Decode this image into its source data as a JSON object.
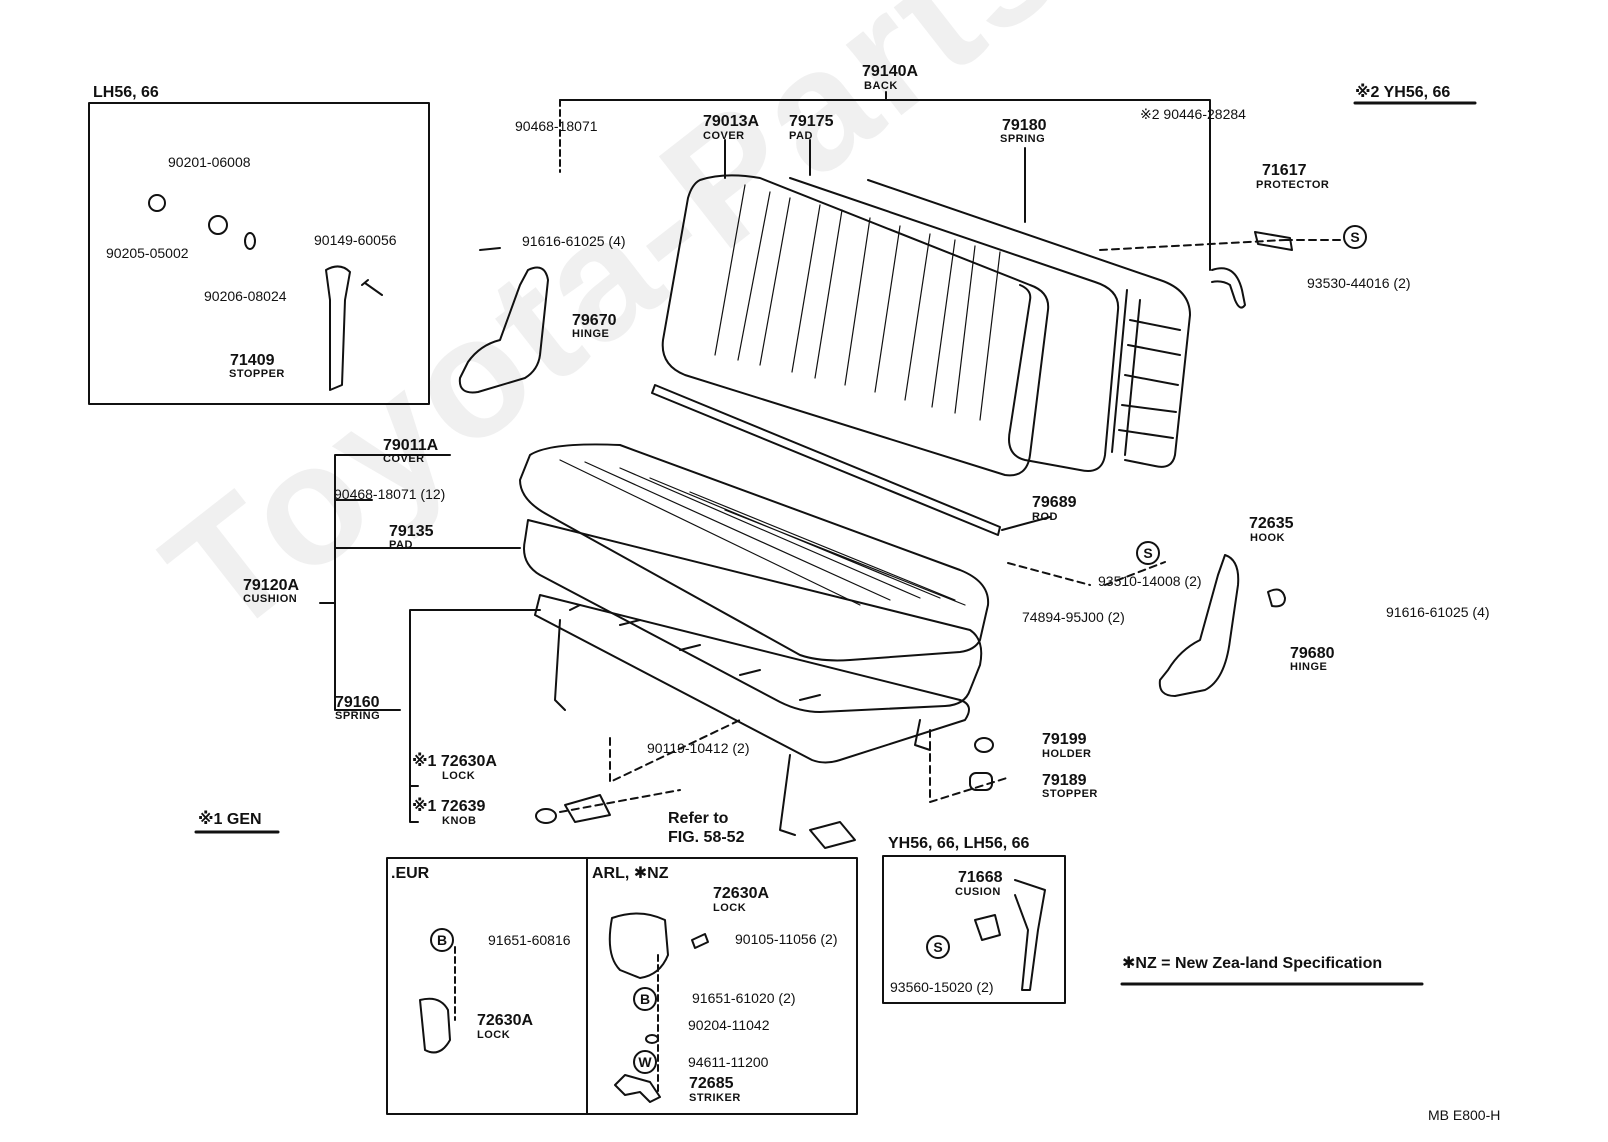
{
  "watermark": "Toyota-Parts.ru",
  "page_code": "MB  E800-H",
  "groups": {
    "lh": "LH56, 66",
    "yh": "※2  YH56, 66",
    "gen": "※1 GEN",
    "eur": ".EUR",
    "arl": "ARL, ✱NZ",
    "yhlh": "YH56, 66, LH56, 66",
    "nz_note": "✱NZ = New Zea-land Specification"
  },
  "parts": {
    "back": {
      "no": "79140A",
      "name": "BACK"
    },
    "b_clip": {
      "no": "90468-18071"
    },
    "cover_back": {
      "no": "79013A",
      "name": "COVER"
    },
    "pad_back": {
      "no": "79175",
      "name": "PAD"
    },
    "spring_back": {
      "no": "79180",
      "name": "SPRING"
    },
    "clip_back2": {
      "no": "※2 90446-28284"
    },
    "protector": {
      "no": "71617",
      "name": "PROTECTOR"
    },
    "screw_prot": {
      "no": "93530-44016 (2)"
    },
    "bolt_hinge_l": {
      "no": "91616-61025 (4)"
    },
    "hinge_l": {
      "no": "79670",
      "name": "HINGE"
    },
    "washer1": {
      "no": "90201-06008"
    },
    "washer2": {
      "no": "90205-05002"
    },
    "washer3": {
      "no": "90206-08024"
    },
    "screw_stop": {
      "no": "90149-60056"
    },
    "stopper_l": {
      "no": "71409",
      "name": "STOPPER"
    },
    "cover_cush": {
      "no": "79011A",
      "name": "COVER"
    },
    "clip_cush": {
      "no": "90468-18071 (12)"
    },
    "pad_cush": {
      "no": "79135",
      "name": "PAD"
    },
    "cushion": {
      "no": "79120A",
      "name": "CUSHION"
    },
    "spring_cush": {
      "no": "79160",
      "name": "SPRING"
    },
    "rod": {
      "no": "79689",
      "name": "ROD"
    },
    "hook": {
      "no": "72635",
      "name": "HOOK"
    },
    "screw_hook": {
      "no": "93510-14008 (2)"
    },
    "bracket": {
      "no": "74894-95J00 (2)"
    },
    "bolt_hinge_r": {
      "no": "91616-61025 (4)"
    },
    "hinge_r": {
      "no": "79680",
      "name": "HINGE"
    },
    "bolt_lock": {
      "no": "90119-10412 (2)"
    },
    "lock": {
      "no": "※1 72630A",
      "name": "LOCK"
    },
    "knob": {
      "no": "※1 72639",
      "name": "KNOB"
    },
    "holder": {
      "no": "79199",
      "name": "HOLDER"
    },
    "stopper_r": {
      "no": "79189",
      "name": "STOPPER"
    },
    "refer": {
      "line1": "Refer to",
      "line2": "FIG. 58-52"
    },
    "eur_b": {
      "no": "91651-60816"
    },
    "eur_lock": {
      "no": "72630A",
      "name": "LOCK"
    },
    "arl_lock": {
      "no": "72630A",
      "name": "LOCK"
    },
    "arl_bolt": {
      "no": "90105-11056 (2)"
    },
    "arl_b": {
      "no": "91651-61020 (2)"
    },
    "arl_washer": {
      "no": "90204-11042"
    },
    "arl_w": {
      "no": "94611-11200"
    },
    "striker": {
      "no": "72685",
      "name": "STRIKER"
    },
    "cusion": {
      "no": "71668",
      "name": "CUSION"
    },
    "screw_cusion": {
      "no": "93560-15020 (2)"
    }
  }
}
